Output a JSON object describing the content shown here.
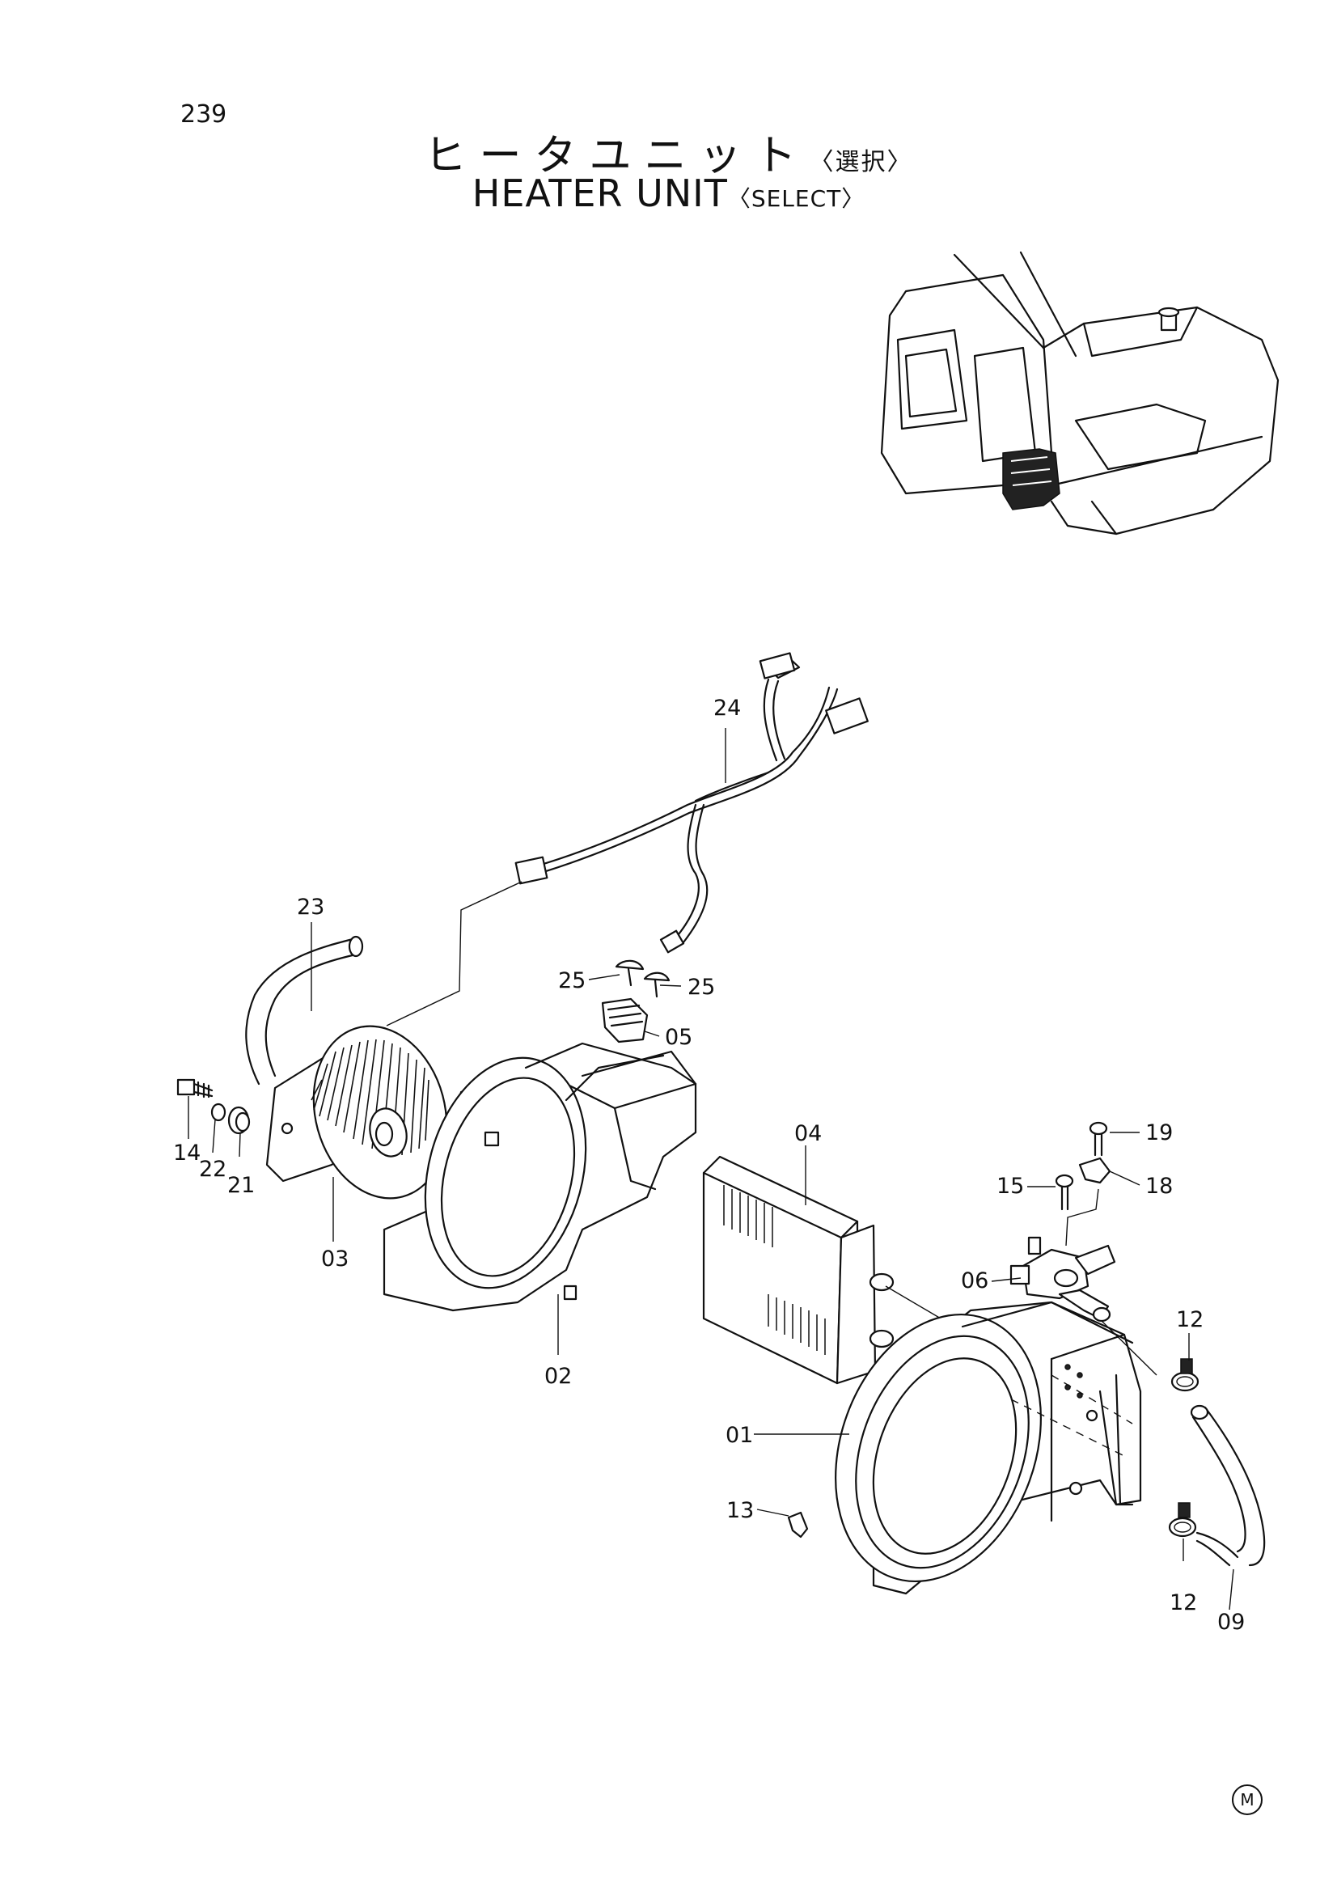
{
  "page_number": "239",
  "title_jp": "ヒータユニット",
  "title_jp_sub": "〈選択〉",
  "title_en": "HEATER UNIT",
  "title_en_sub": "〈SELECT〉",
  "footer_mark": "M",
  "labels": {
    "p01": "01",
    "p02": "02",
    "p03": "03",
    "p04": "04",
    "p05": "05",
    "p06": "06",
    "p09": "09",
    "p12a": "12",
    "p12b": "12",
    "p13": "13",
    "p14": "14",
    "p15": "15",
    "p18": "18",
    "p19": "19",
    "p21": "21",
    "p22": "22",
    "p23": "23",
    "p24": "24",
    "p25a": "25",
    "p25b": "25"
  }
}
